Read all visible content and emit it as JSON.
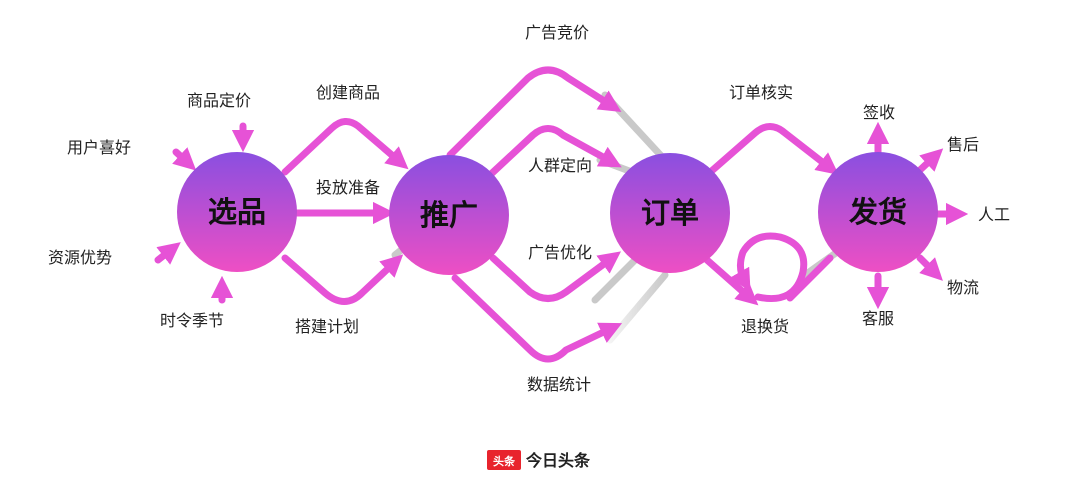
{
  "nodes": {
    "select": "选品",
    "promote": "推广",
    "order": "订单",
    "ship": "发货"
  },
  "inputs": {
    "user_pref": "用户喜好",
    "pricing": "商品定价",
    "resource": "资源优势",
    "season": "时令季节"
  },
  "select_to_promote": {
    "create": "创建商品",
    "prepare": "投放准备",
    "plan": "搭建计划"
  },
  "promote_to_order": {
    "bidding": "广告竞价",
    "targeting": "人群定向",
    "optimize": "广告优化",
    "stats": "数据统计"
  },
  "order_to_ship": {
    "verify": "订单核实",
    "return": "退换货"
  },
  "outputs": {
    "sign": "签收",
    "after_sale": "售后",
    "manual": "人工",
    "logistics": "物流",
    "service": "客服"
  },
  "brand": {
    "badge": "头条",
    "name": "今日头条",
    "color": "#e8242d"
  },
  "colors": {
    "arrow": "#e652d6",
    "arrow_gray": "#c9c9c9",
    "node_top": "#8a4fe0",
    "node_bottom": "#ee4fc4"
  }
}
